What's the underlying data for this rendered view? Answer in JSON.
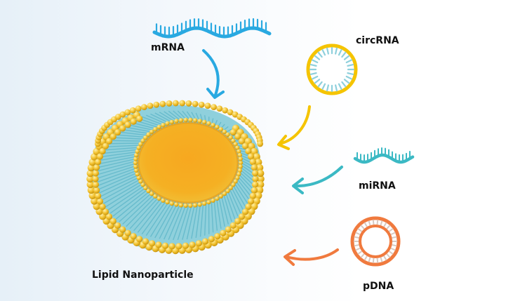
{
  "labels": {
    "mrna": "mRNA",
    "circrna": "circRNA",
    "mirna": "miRNA",
    "pdna": "pDNA",
    "lnp": "Lipid Nanoparticle"
  },
  "icons": [
    "mrna-strand-icon",
    "circrna-ring-icon",
    "mirna-strand-icon",
    "pdna-ring-icon",
    "lipid-nanoparticle-icon"
  ],
  "colors": {
    "mrna": "#29a9e1",
    "circrna": "#f5c400",
    "mirna": "#3bb9c4",
    "pdna": "#f07a3e",
    "lipid_head": "#f2c12e",
    "lipid_tail": "#8fd0dc",
    "core": "#f5a623"
  }
}
